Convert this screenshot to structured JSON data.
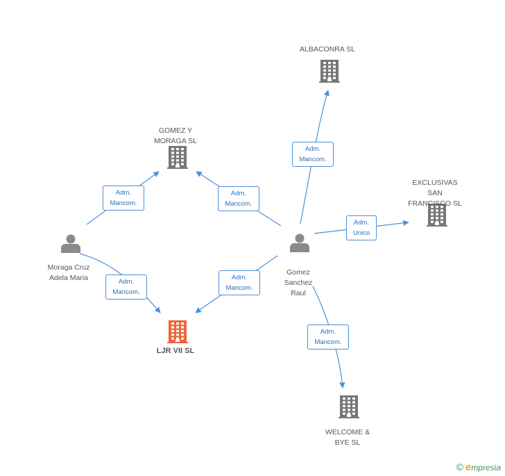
{
  "colors": {
    "company": "#777777",
    "focus_company": "#f0643c",
    "person": "#8a8a8a",
    "edge": "#4a8fd8",
    "edge_label_text": "#2c6fbf"
  },
  "nodes": [
    {
      "id": "albaconra",
      "type": "company",
      "icon": "building-icon",
      "label": "ALBACONRA SL"
    },
    {
      "id": "gomez_moraga",
      "type": "company",
      "icon": "building-icon",
      "label": "GOMEZ Y\nMORAGA SL"
    },
    {
      "id": "exclusivas",
      "type": "company",
      "icon": "building-icon",
      "label": "EXCLUSIVAS\nSAN\nFRANCISCO  SL"
    },
    {
      "id": "moraga_cruz",
      "type": "person",
      "icon": "person-icon",
      "label": "Moraga Cruz\nAdela Maria"
    },
    {
      "id": "gomez_sanchez",
      "type": "person",
      "icon": "person-icon",
      "label": "Gomez\nSanchez\nRaul"
    },
    {
      "id": "ljr",
      "type": "focus",
      "icon": "building-icon",
      "label": "LJR VII SL"
    },
    {
      "id": "welcome",
      "type": "company",
      "icon": "building-icon",
      "label": "WELCOME &\nBYE SL"
    }
  ],
  "edges": [
    {
      "from": "moraga_cruz",
      "to": "gomez_moraga",
      "label": "Adm.\nMancom."
    },
    {
      "from": "gomez_sanchez",
      "to": "gomez_moraga",
      "label": "Adm.\nMancom."
    },
    {
      "from": "moraga_cruz",
      "to": "ljr",
      "label": "Adm.\nMancom."
    },
    {
      "from": "gomez_sanchez",
      "to": "ljr",
      "label": "Adm.\nMancom."
    },
    {
      "from": "gomez_sanchez",
      "to": "albaconra",
      "label": "Adm.\nMancom."
    },
    {
      "from": "gomez_sanchez",
      "to": "exclusivas",
      "label": "Adm.\nUnico"
    },
    {
      "from": "gomez_sanchez",
      "to": "welcome",
      "label": "Adm.\nMancom."
    }
  ],
  "footer": {
    "copyright": "©",
    "brand_initial": "e",
    "brand_rest": "mpresia"
  }
}
